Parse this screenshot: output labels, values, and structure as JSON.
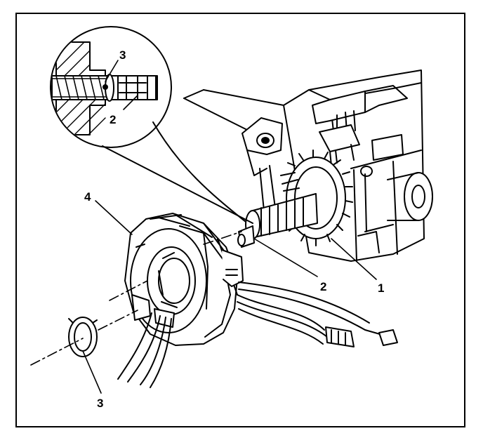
{
  "diagram": {
    "callouts": {
      "inset_retainer": "3",
      "inset_shaft": "2",
      "coil": "4",
      "shaft": "2",
      "housing": "1",
      "retainer": "3"
    },
    "colors": {
      "ink": "#000000",
      "paper": "#ffffff",
      "fill": "#e6e6e6"
    }
  }
}
